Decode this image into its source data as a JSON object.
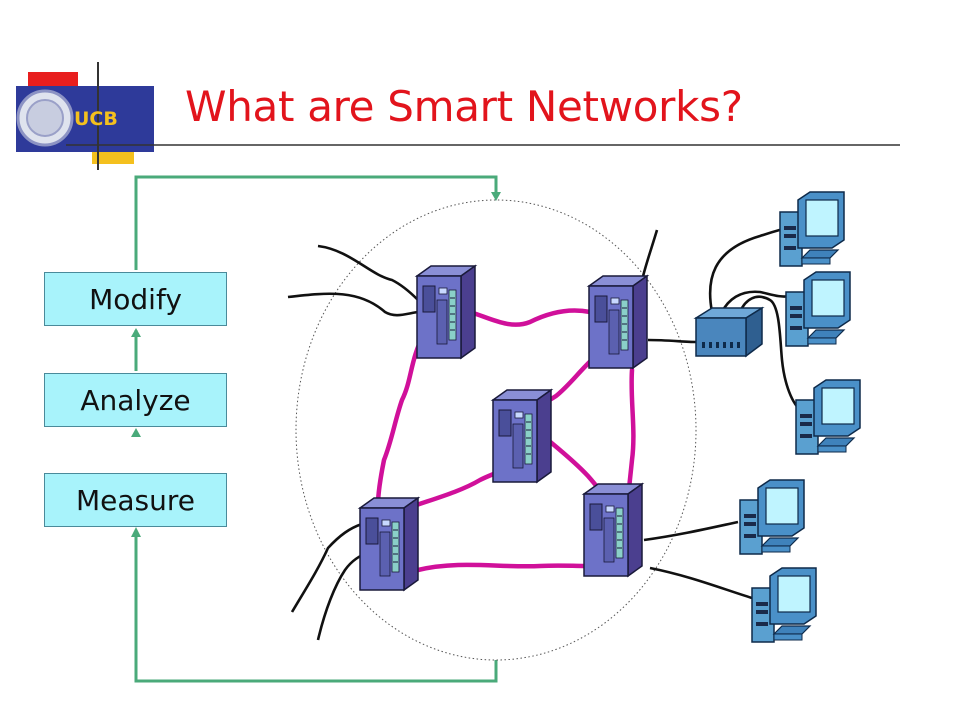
{
  "slide": {
    "title": "What are Smart Networks?",
    "logo_text": "UCB"
  },
  "process_steps": [
    {
      "label": "Modify"
    },
    {
      "label": "Analyze"
    },
    {
      "label": "Measure"
    }
  ],
  "colors": {
    "title": "#e2141c",
    "box_fill": "#a8f3fb",
    "feedback_line": "#4aaa7a",
    "link_line": "#d0109a",
    "logo_blue": "#2e3a9a",
    "logo_gold": "#f4c01e"
  }
}
